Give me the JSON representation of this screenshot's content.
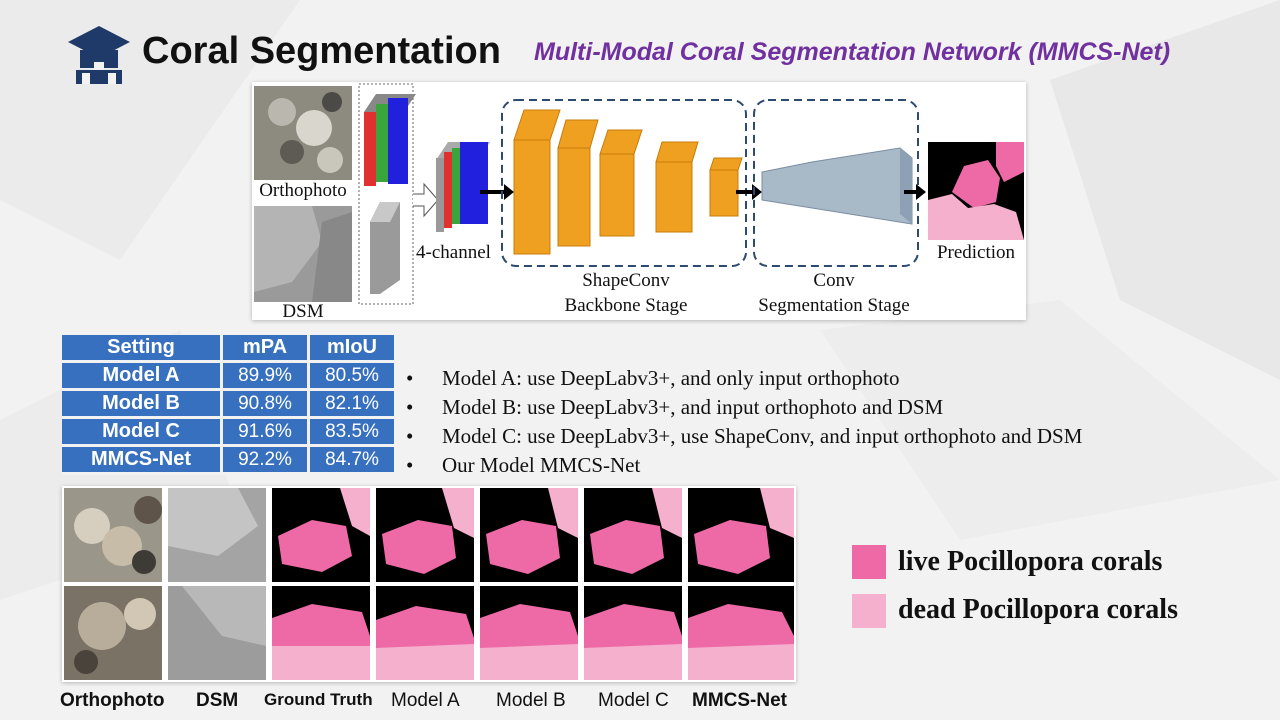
{
  "header": {
    "title": "Coral Segmentation",
    "subtitle": "Multi-Modal Coral Segmentation Network (MMCS-Net)",
    "logo_icon": "graduation-cap-icon"
  },
  "diagram": {
    "labels": {
      "orthophoto": "Orthophoto",
      "dsm": "DSM",
      "four_channel": "4-channel",
      "backbone_line1": "ShapeConv",
      "backbone_line2": "Backbone Stage",
      "conv_line1": "Conv",
      "conv_line2": "Segmentation Stage",
      "prediction": "Prediction"
    }
  },
  "results": {
    "headers": [
      "Setting",
      "mPA",
      "mIoU"
    ],
    "rows": [
      {
        "setting": "Model A",
        "mpa": "89.9%",
        "miou": "80.5%"
      },
      {
        "setting": "Model B",
        "mpa": "90.8%",
        "miou": "82.1%"
      },
      {
        "setting": "Model C",
        "mpa": "91.6%",
        "miou": "83.5%"
      },
      {
        "setting": "MMCS-Net",
        "mpa": "92.2%",
        "miou": "84.7%"
      }
    ]
  },
  "bullets": [
    "Model A: use DeepLabv3+, and only input orthophoto",
    "Model B: use DeepLabv3+, and input orthophoto and DSM",
    "Model C: use DeepLabv3+, use ShapeConv, and input orthophoto and DSM",
    "Our Model MMCS-Net"
  ],
  "columns": [
    "Orthophoto",
    "DSM",
    "Ground Truth",
    "Model A",
    "Model B",
    "Model C",
    "MMCS-Net"
  ],
  "legend": [
    {
      "label": "live Pocillopora corals",
      "color": "#ee6aa7"
    },
    {
      "label": "dead Pocillopora corals",
      "color": "#f4b0cc"
    }
  ],
  "colors": {
    "accent": "#7030a0",
    "table_blue": "#3870c0",
    "live": "#ee6aa7",
    "dead": "#f4b0cc",
    "orange": "#f5a623"
  }
}
